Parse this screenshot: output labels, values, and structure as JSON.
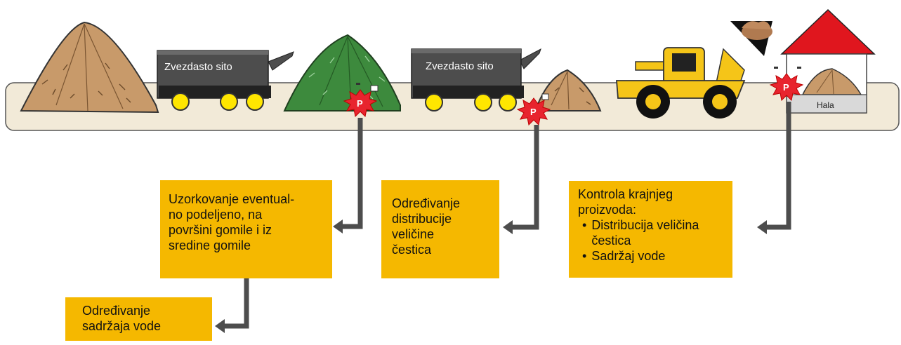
{
  "colors": {
    "conveyor_fill": "#f2ead8",
    "box_fill": "#f5b800",
    "pile_brown": "#c89a6a",
    "pile_green": "#3d8a3d",
    "screen_body": "#4d4d4d",
    "wheel_yellow": "#ffe600",
    "loader_yellow": "#f5c518",
    "roof_red": "#e0161e",
    "arrow_gray": "#4d4d4d",
    "sample_star": "#e8242e"
  },
  "machines": {
    "screen1_label": "Zvezdasto sito",
    "screen2_label": "Zvezdasto sito",
    "hall_label": "Hala"
  },
  "sampling_points": {
    "marker_letter": "P"
  },
  "boxes": {
    "sampling_text": "Uzorkovanje eventual-\nno podeljeno, na\npovršini gomile i iz\nsredine gomile",
    "psd_text": "Određivanje\ndistribucije\nveličine\nčestica",
    "final_title": "Kontrola krajnjeg\nproizvoda:",
    "final_items": [
      "Distribucija veličina\nčestica",
      "Sadržaj vode"
    ],
    "water_text": "Određivanje\nsadržaja vode"
  },
  "icons": [
    "compost-pile-icon",
    "star-screen-icon",
    "wheel-loader-icon",
    "hall-building-icon",
    "sampling-point-icon"
  ]
}
